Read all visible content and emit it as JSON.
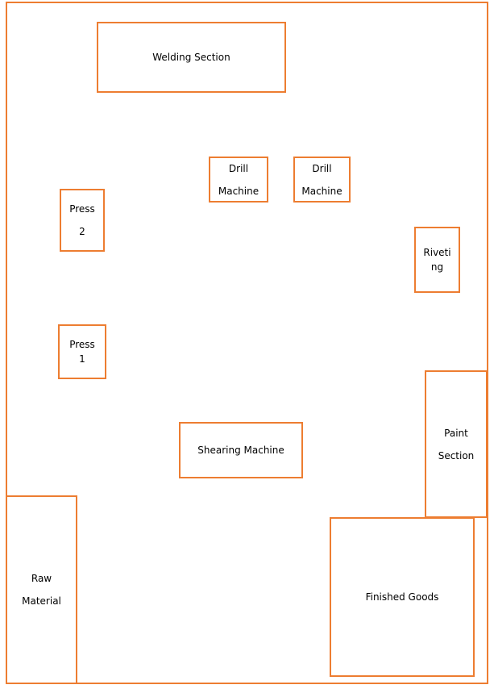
{
  "colors": {
    "border": "#ED7D31",
    "background": "#ffffff",
    "text": "#000000"
  },
  "areas": {
    "welding": {
      "label": "Welding Section"
    },
    "drill_1": {
      "line1": "Drill",
      "line2": "Machine"
    },
    "drill_2": {
      "line1": "Drill",
      "line2": "Machine"
    },
    "press_2": {
      "line1": "Press",
      "line2": "2"
    },
    "riveting": {
      "line1": "Riveti",
      "line2": "ng"
    },
    "press_1": {
      "line1": "Press",
      "line2": "1"
    },
    "paint": {
      "line1": "Paint",
      "line2": "Section"
    },
    "shearing": {
      "label": "Shearing Machine"
    },
    "raw_material": {
      "line1": "Raw",
      "line2": "Material"
    },
    "finished_goods": {
      "label": "Finished Goods"
    }
  }
}
